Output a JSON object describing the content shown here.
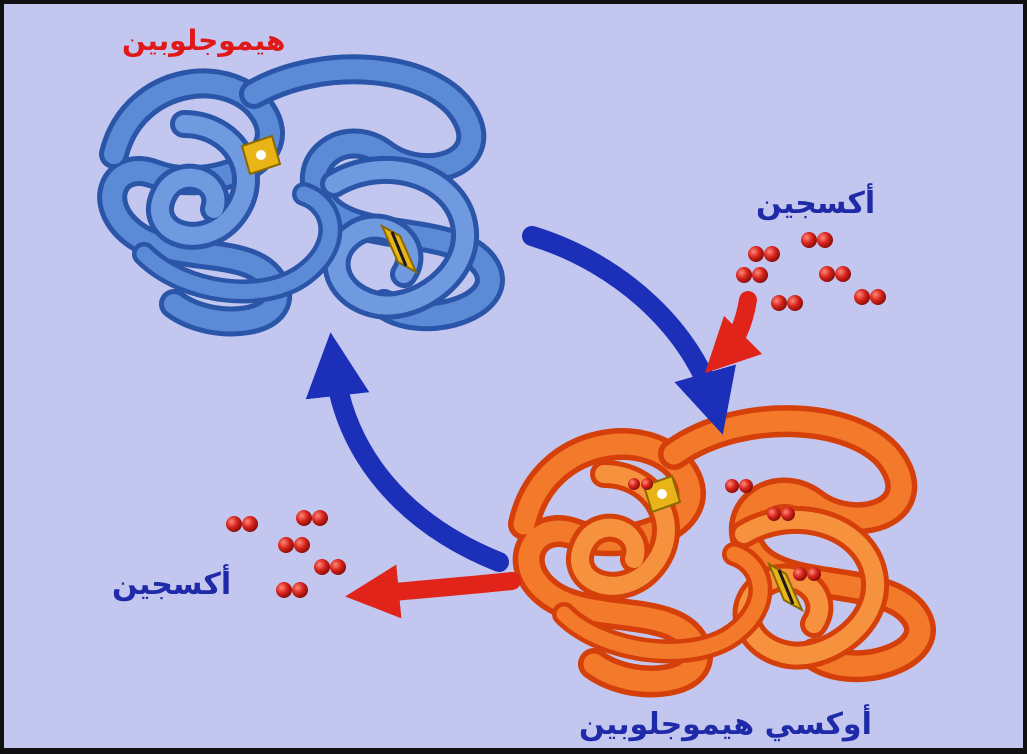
{
  "labels": {
    "hemoglobin": "هيموجلوبين",
    "oxygen_top": "أكسجين",
    "oxygen_left": "أكسجين",
    "oxyhemoglobin": "أوكسي هيموجلوبين"
  },
  "colors": {
    "background": "#c3c7ef",
    "hemoglobin_blue": "#3f6fc4",
    "oxyhemoglobin_orange": "#ee6a1a",
    "oxygen_red": "#d8241c",
    "arrow_blue": "#1c2fb8",
    "arrow_red": "#e0241a",
    "heme_yellow": "#e8b418"
  }
}
